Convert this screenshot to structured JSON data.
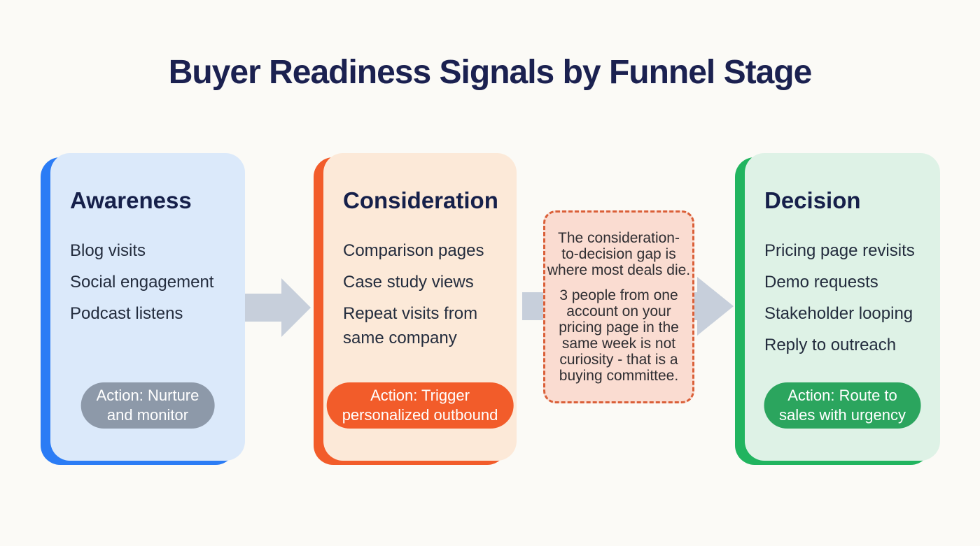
{
  "page": {
    "title": "Buyer Readiness Signals by Funnel Stage",
    "background_color": "#fbfaf6",
    "title_color": "#1b2150"
  },
  "arrow_color": "#c7cfdb",
  "stages": [
    {
      "title": "Awareness",
      "signals": [
        "Blog visits",
        "Social engagement",
        "Podcast listens"
      ],
      "action_lines": [
        "Action: Nurture",
        "and monitor"
      ],
      "colors": {
        "accent": "#2b7cf5",
        "background": "#dbe9fa",
        "pill": "#8d99a9"
      }
    },
    {
      "title": "Consideration",
      "signals": [
        "Comparison pages",
        "Case study views",
        "Repeat visits from same company"
      ],
      "action_lines": [
        "Action: Trigger",
        "personalized outbound"
      ],
      "colors": {
        "accent": "#f25c2a",
        "background": "#fce9d8",
        "pill": "#f25c2a"
      }
    },
    {
      "title": "Decision",
      "signals": [
        "Pricing page revisits",
        "Demo requests",
        "Stakeholder looping",
        "Reply to outreach"
      ],
      "action_lines": [
        "Action: Route to",
        "sales with urgency"
      ],
      "colors": {
        "accent": "#21b45f",
        "background": "#def2e6",
        "pill": "#2ba55e"
      }
    }
  ],
  "callout": {
    "colors": {
      "background": "#fadcd1",
      "border": "#da5f38"
    },
    "paragraphs": [
      {
        "lines": [
          "The consideration-",
          "to-decision gap is",
          "where most deals die."
        ]
      },
      {
        "lines": [
          "3 people from one",
          "account on your",
          "pricing page in the",
          "same week is not",
          "curiosity - that is a",
          "buying committee."
        ]
      }
    ]
  }
}
